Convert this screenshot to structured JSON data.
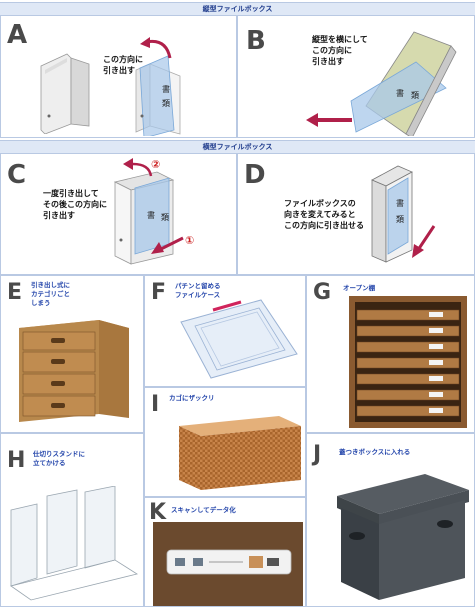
{
  "sections": {
    "vertical_header": "縦型ファイルボックス",
    "horizontal_header": "横型ファイルボックス"
  },
  "A": {
    "letter": "A",
    "text": "この方向に\n引き出す",
    "kanji1": "書",
    "kanji2": "類"
  },
  "B": {
    "letter": "B",
    "text": "縦型を横にして\nこの方向に\n引き出す",
    "kanji1": "書",
    "kanji2": "類"
  },
  "C": {
    "letter": "C",
    "text": "一度引き出して\nその後この方向に\n引き出す",
    "kanji1": "書",
    "kanji2": "類",
    "num1": "①",
    "num2": "②"
  },
  "D": {
    "letter": "D",
    "text": "ファイルボックスの\n向きを変えてみると\nこの方向に引き出せる",
    "kanji1": "書",
    "kanji2": "類"
  },
  "E": {
    "letter": "E",
    "text": "引き出し式に\nカテゴリごと\nしまう"
  },
  "F": {
    "letter": "F",
    "text": "パチンと留める\nファイルケース"
  },
  "G": {
    "letter": "G",
    "text": "オープン棚"
  },
  "H": {
    "letter": "H",
    "text": "仕切りスタンドに\n立てかける"
  },
  "I": {
    "letter": "I",
    "text": "カゴにザックリ"
  },
  "J": {
    "letter": "J",
    "text": "蓋つきボックスに入れる"
  },
  "K": {
    "letter": "K",
    "text": "スキャンしてデータ化"
  },
  "colors": {
    "arrow": "#b0204a",
    "header_bg": "#dfe8f6",
    "border": "#b9c9e3",
    "caption": "#2244aa"
  }
}
